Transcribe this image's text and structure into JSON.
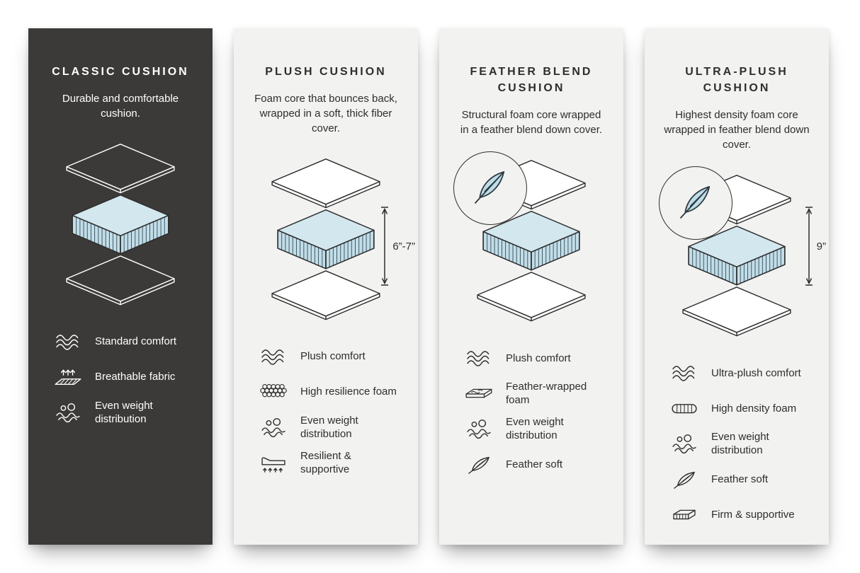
{
  "colors": {
    "dark_card_bg": "#3b3a38",
    "light_card_bg": "#f2f2f0",
    "cushion_blue_top": "#d3e7ee",
    "cushion_blue_side": "#c3dde8",
    "ink": "#2e2e2e",
    "panel_white": "#ffffff"
  },
  "cards": [
    {
      "id": "classic",
      "theme": "dark",
      "title": "CLASSIC CUSHION",
      "description": "Durable and comfortable cushion.",
      "diagram": {},
      "features": [
        {
          "icon": "wave-icon",
          "label": "Standard comfort"
        },
        {
          "icon": "breathable-icon",
          "label": "Breathable fabric"
        },
        {
          "icon": "weight-distribution-icon",
          "label": "Even weight distribution"
        }
      ]
    },
    {
      "id": "plush",
      "theme": "light",
      "title": "PLUSH CUSHION",
      "description": "Foam core that bounces back, wrapped in a soft, thick fiber cover.",
      "diagram": {
        "measurement": "6”-7”"
      },
      "features": [
        {
          "icon": "wave-icon",
          "label": "Plush comfort"
        },
        {
          "icon": "honeycomb-foam-icon",
          "label": "High resilience foam"
        },
        {
          "icon": "weight-distribution-icon",
          "label": "Even weight distribution"
        },
        {
          "icon": "resilient-icon",
          "label": "Resilient & supportive"
        }
      ]
    },
    {
      "id": "feather-blend",
      "theme": "light",
      "title": "FEATHER BLEND CUSHION",
      "description": "Structural foam core wrapped in a feather blend down cover.",
      "diagram": {
        "badge_icon": "feather-badge-icon"
      },
      "features": [
        {
          "icon": "wave-icon",
          "label": "Plush comfort"
        },
        {
          "icon": "feather-wrapped-icon",
          "label": "Feather-wrapped foam"
        },
        {
          "icon": "weight-distribution-icon",
          "label": "Even weight distribution"
        },
        {
          "icon": "feather-icon",
          "label": "Feather soft"
        }
      ]
    },
    {
      "id": "ultra-plush",
      "theme": "light",
      "title": "ULTRA-PLUSH CUSHION",
      "description": "Highest density foam core wrapped in feather blend down cover.",
      "diagram": {
        "badge_icon": "feather-badge-icon",
        "measurement": "9”"
      },
      "features": [
        {
          "icon": "wave-icon",
          "label": "Ultra-plush comfort"
        },
        {
          "icon": "high-density-foam-icon",
          "label": "High density foam"
        },
        {
          "icon": "weight-distribution-icon",
          "label": "Even weight distribution"
        },
        {
          "icon": "feather-icon",
          "label": "Feather soft"
        },
        {
          "icon": "firm-icon",
          "label": "Firm & supportive"
        }
      ]
    }
  ]
}
